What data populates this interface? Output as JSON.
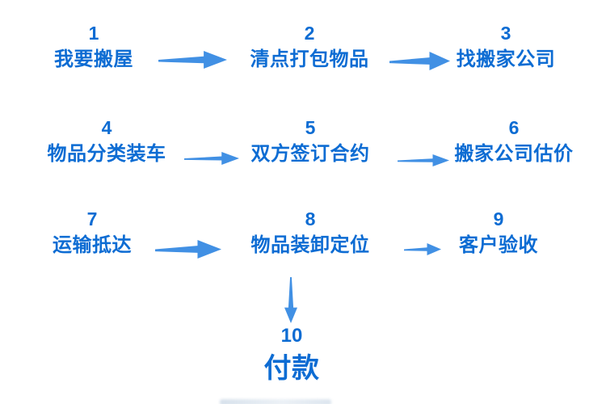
{
  "diagram": {
    "type": "flowchart",
    "language": "zh",
    "topic": "moving-house-process",
    "colors": {
      "text_blue": "#0D6CD3",
      "arrow_blue": "#4190E4",
      "background": "#FFFFFF"
    },
    "icons": {
      "right_arrow": "right-arrow-icon",
      "down_arrow": "down-arrow-icon"
    },
    "steps": [
      {
        "number": "1",
        "label": "我要搬屋"
      },
      {
        "number": "2",
        "label": "清点打包物品"
      },
      {
        "number": "3",
        "label": "找搬家公司"
      },
      {
        "number": "4",
        "label": "物品分类装车"
      },
      {
        "number": "5",
        "label": "双方签订合约"
      },
      {
        "number": "6",
        "label": "搬家公司估价"
      },
      {
        "number": "7",
        "label": "运输抵达"
      },
      {
        "number": "8",
        "label": "物品装卸定位"
      },
      {
        "number": "9",
        "label": "客户验收"
      },
      {
        "number": "10",
        "label": "付款"
      }
    ],
    "connections": [
      {
        "from": "1",
        "to": "2",
        "direction": "right"
      },
      {
        "from": "2",
        "to": "3",
        "direction": "right"
      },
      {
        "from": "4",
        "to": "5",
        "direction": "right"
      },
      {
        "from": "5",
        "to": "6",
        "direction": "right"
      },
      {
        "from": "7",
        "to": "8",
        "direction": "right"
      },
      {
        "from": "8",
        "to": "9",
        "direction": "right"
      },
      {
        "from": "8",
        "to": "10",
        "direction": "down"
      }
    ]
  }
}
